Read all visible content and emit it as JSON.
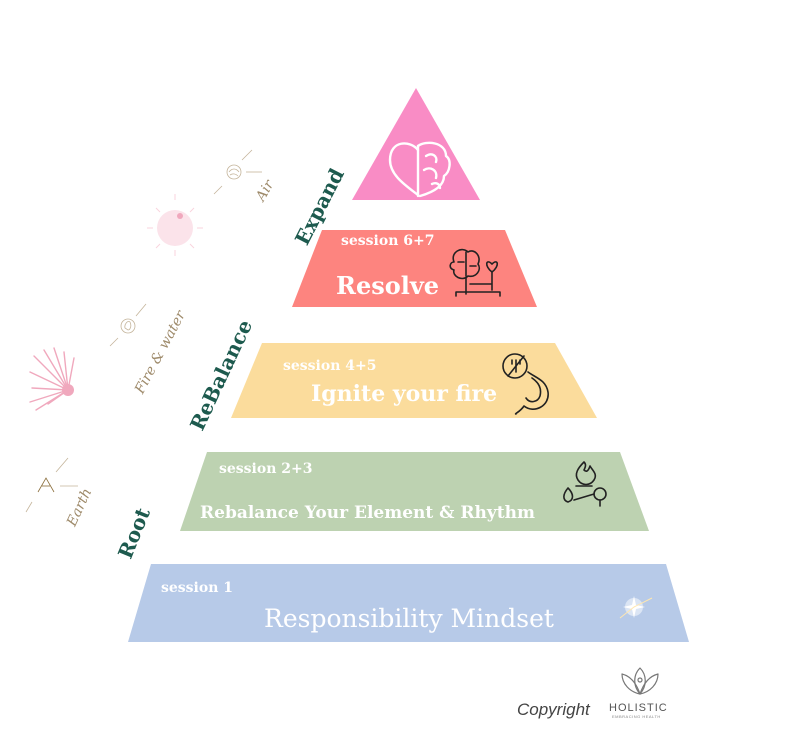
{
  "pyramid": {
    "levels": [
      {
        "id": "expand",
        "session": "",
        "title": "",
        "color": "#f98cc5",
        "icon": "heart-brain-icon"
      },
      {
        "id": "resolve",
        "session": "session 6+7",
        "title": "Resolve",
        "color": "#fd847f",
        "icon": "brain-heart-balance-icon"
      },
      {
        "id": "ignite",
        "session": "session  4+5",
        "title": "Ignite your fire",
        "color": "#fbdc9c",
        "icon": "stomach-no-food-icon"
      },
      {
        "id": "rebalance",
        "session": "session 2+3",
        "title": "Rebalance Your Element & Rhythm",
        "color": "#bdd2b1",
        "icon": "fire-water-tree-icon"
      },
      {
        "id": "responsibility",
        "session": "session 1",
        "title": "Responsibility  Mindset",
        "color": "#b7cae8",
        "icon": "sparkle-icon"
      }
    ]
  },
  "stages": [
    {
      "label": "Expand",
      "color": "#1d5a4e"
    },
    {
      "label": "ReBalance",
      "color": "#1d5a4e"
    },
    {
      "label": "Root",
      "color": "#1d5a4e"
    }
  ],
  "elements": [
    {
      "label": "Air",
      "color": "#9e8a6a",
      "icon": "air-element-icon"
    },
    {
      "label": "Fire & water",
      "color": "#9e8a6a",
      "icon": "fire-water-element-icon"
    },
    {
      "label": "Earth",
      "color": "#9e8a6a",
      "icon": "earth-element-icon"
    }
  ],
  "decorations": {
    "moon_icon": "crescent-moon-icon",
    "sun_icon": "sun-burst-icon",
    "accent": "#f0a8bd"
  },
  "footer": {
    "copyright": "Copyright",
    "brand": "HOLISTIC",
    "brand_sub": "EMBRACING HEALTH",
    "logo": "lotus-logo-icon"
  }
}
